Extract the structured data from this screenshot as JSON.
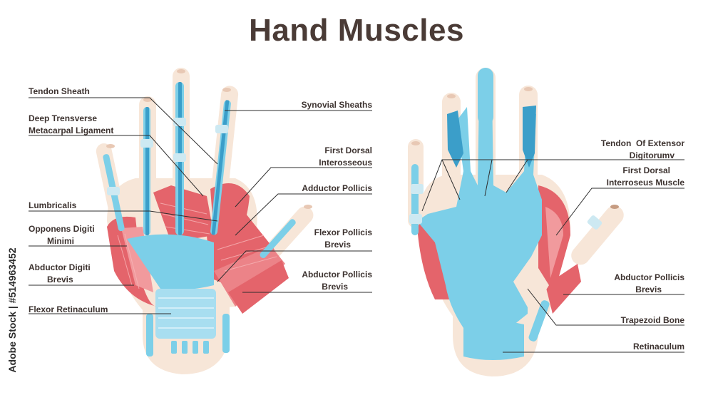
{
  "title": "Hand Muscles",
  "colors": {
    "muscle": "#e4646b",
    "muscle_light": "#f19a9d",
    "tendon": "#7ccfe8",
    "tendon_dark": "#3b9ec9",
    "bone": "#f7e6d8",
    "leader": "#2e2e2e",
    "text": "#3d3330"
  },
  "left_hand": {
    "labels": [
      {
        "id": "tendon-sheath",
        "lines": [
          "Tendon Sheath"
        ]
      },
      {
        "id": "deep-transverse-metacarpal-ligament",
        "lines": [
          "Deep Trensverse",
          "Metacarpal Ligament"
        ]
      },
      {
        "id": "lumbricalis",
        "lines": [
          "Lumbricalis"
        ]
      },
      {
        "id": "opponens-digiti-minimi",
        "lines": [
          "Opponens Digiti",
          "Minimi"
        ]
      },
      {
        "id": "abductor-digiti-brevis",
        "lines": [
          "Abductor Digiti",
          "Brevis"
        ]
      },
      {
        "id": "flexor-retinaculum",
        "lines": [
          "Flexor Retinaculum"
        ]
      },
      {
        "id": "synovial-sheaths",
        "lines": [
          "Synovial Sheaths"
        ]
      },
      {
        "id": "first-dorsal-interosseous",
        "lines": [
          "First Dorsal",
          "Interosseous"
        ]
      },
      {
        "id": "adductor-pollicis",
        "lines": [
          "Adductor Pollicis"
        ]
      },
      {
        "id": "flexor-pollicis-brevis",
        "lines": [
          "Flexor Pollicis",
          "Brevis"
        ]
      },
      {
        "id": "abductor-pollicis-brevis-left",
        "lines": [
          "Abductor Pollicis",
          "Brevis"
        ]
      }
    ]
  },
  "right_hand": {
    "labels": [
      {
        "id": "tendon-of-extensor-digitorum",
        "lines": [
          "Tendon  Of Extensor",
          "Digitorumv"
        ]
      },
      {
        "id": "first-dorsal-interroseus-muscle",
        "lines": [
          "First Dorsal",
          "Interroseus Muscle"
        ]
      },
      {
        "id": "abductor-pollicis-brevis-right",
        "lines": [
          "Abductor Pollicis",
          "Brevis"
        ]
      },
      {
        "id": "trapezoid-bone",
        "lines": [
          "Trapezoid Bone"
        ]
      },
      {
        "id": "retinaculum",
        "lines": [
          "Retinaculum"
        ]
      }
    ]
  },
  "watermark": {
    "text": "Adobe Stock | #514963452",
    "pattern_text": "Adobe Stock"
  }
}
